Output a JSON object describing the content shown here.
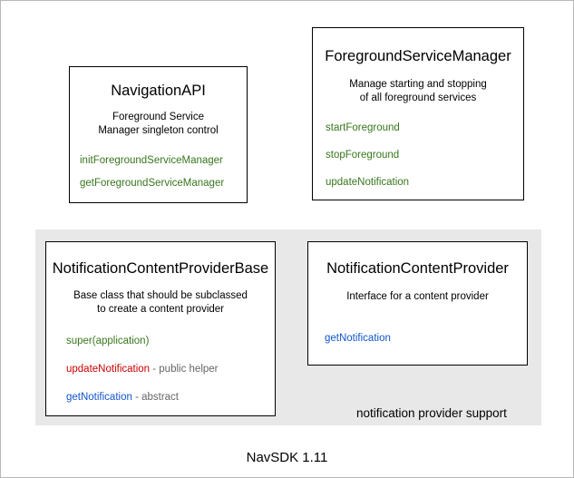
{
  "diagram": {
    "footer_label": "NavSDK 1.11",
    "group": {
      "label": "notification provider support",
      "background_color": "#e8e8e8"
    },
    "colors": {
      "green": "#38761d",
      "red": "#cc0000",
      "blue": "#1155cc",
      "gray": "#666666",
      "border": "#000000",
      "canvas": "#ffffff"
    },
    "cards": [
      {
        "title": "NavigationAPI",
        "description": "Foreground Service\nManager singleton control",
        "methods": [
          {
            "name": "initForegroundServiceManager",
            "note": ""
          },
          {
            "name": "getForegroundServiceManager",
            "note": ""
          }
        ]
      },
      {
        "title": "ForegroundServiceManager",
        "description": "Manage starting and stopping\nof all foreground services",
        "methods": [
          {
            "name": "startForeground",
            "note": ""
          },
          {
            "name": "stopForeground",
            "note": ""
          },
          {
            "name": "updateNotification",
            "note": ""
          }
        ]
      },
      {
        "title": "NotificationContentProviderBase",
        "description": "Base class that should be subclassed\nto create a content provider",
        "methods": [
          {
            "name": "super(application)",
            "note": ""
          },
          {
            "name": "updateNotification",
            "note": " - public helper"
          },
          {
            "name": "getNotification",
            "note": " - abstract"
          }
        ]
      },
      {
        "title": "NotificationContentProvider",
        "description": "Interface for a content provider",
        "methods": [
          {
            "name": "getNotification",
            "note": ""
          }
        ]
      }
    ]
  }
}
